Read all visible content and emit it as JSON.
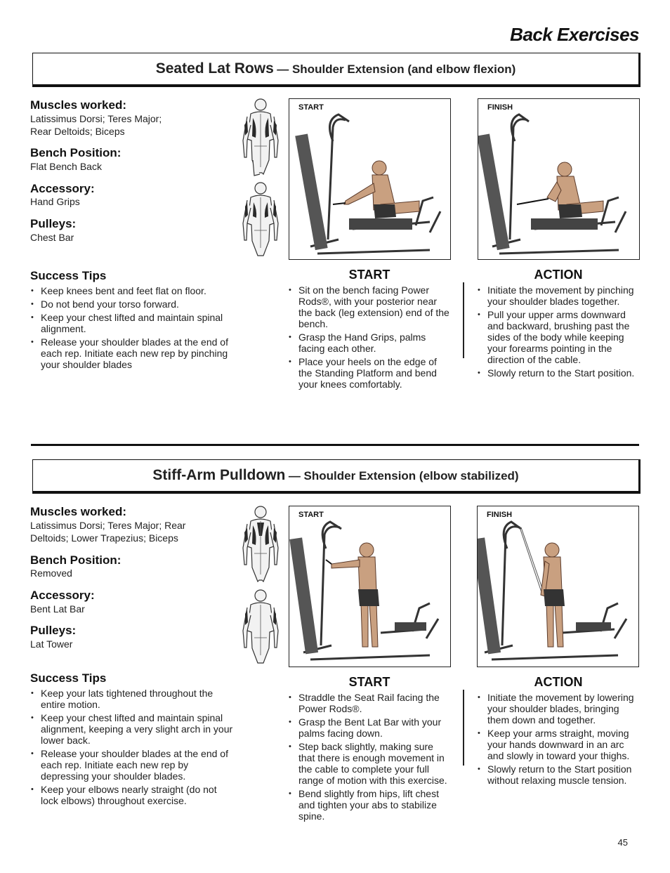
{
  "page": {
    "title": "Back Exercises",
    "page_number": "45"
  },
  "sections": [
    {
      "title": "Seated Lat Rows",
      "subtitle": "— Shoulder Extension (and elbow flexion)",
      "muscles_label": "Muscles worked:",
      "muscles": [
        "Latissimus Dorsi; Teres Major;",
        "Rear Deltoids; Biceps"
      ],
      "bench_label": "Bench Position:",
      "bench": "Flat Bench Back",
      "accessory_label": "Accessory:",
      "accessory": "Hand Grips",
      "pulleys_label": "Pulleys:",
      "pulleys": "Chest Bar",
      "photo_start_label": "START",
      "photo_finish_label": "FINISH",
      "tips_label": "Success Tips",
      "tips": [
        "Keep knees bent and feet flat on floor.",
        "Do not bend your torso forward.",
        "Keep your chest lifted and maintain spinal alignment.",
        "Release your shoulder blades at the end of each rep. Initiate each new rep by pinching your shoulder blades"
      ],
      "start_label": "START",
      "start": [
        "Sit on the bench facing Power Rods®, with your posterior near the back (leg extension) end of the bench.",
        "Grasp the Hand Grips, palms facing each other.",
        "Place your heels on the edge of the Standing Platform and bend your knees comfortably."
      ],
      "action_label": "ACTION",
      "action": [
        "Initiate the movement by pinching your shoulder blades together.",
        "Pull your upper arms downward and backward, brushing past the sides of the body while keeping your forearms pointing in the direction of the cable.",
        "Slowly return to the Start position."
      ]
    },
    {
      "title": "Stiff-Arm Pulldown",
      "subtitle": "— Shoulder Extension (elbow stabilized)",
      "muscles_label": "Muscles worked:",
      "muscles": [
        "Latissimus Dorsi; Teres Major; Rear",
        "Deltoids; Lower Trapezius; Biceps"
      ],
      "bench_label": "Bench Position:",
      "bench": "Removed",
      "accessory_label": "Accessory:",
      "accessory": "Bent Lat Bar",
      "pulleys_label": "Pulleys:",
      "pulleys": "Lat Tower",
      "photo_start_label": "START",
      "photo_finish_label": "FINISH",
      "tips_label": "Success Tips",
      "tips": [
        "Keep your lats tightened throughout the entire motion.",
        "Keep your chest lifted and maintain spinal alignment, keeping a very slight arch in your lower back.",
        "Release your shoulder blades at the end of each rep. Initiate each new rep by depressing your shoulder blades.",
        "Keep your elbows nearly straight (do not lock elbows) throughout exercise."
      ],
      "start_label": "START",
      "start": [
        "Straddle the Seat Rail facing the Power Rods®.",
        "Grasp the Bent Lat Bar with your palms facing down.",
        "Step back slightly, making sure that there is enough movement in the cable to complete your full range of motion with this exercise.",
        "Bend slightly from hips, lift chest and tighten your abs to stabilize spine."
      ],
      "action_label": "ACTION",
      "action": [
        "Initiate the movement by lowering your shoulder blades, bringing them down and together.",
        "Keep your arms straight, moving your hands downward in an arc and slowly in toward your thighs.",
        "Slowly return to the Start position without relaxing muscle tension."
      ]
    }
  ]
}
